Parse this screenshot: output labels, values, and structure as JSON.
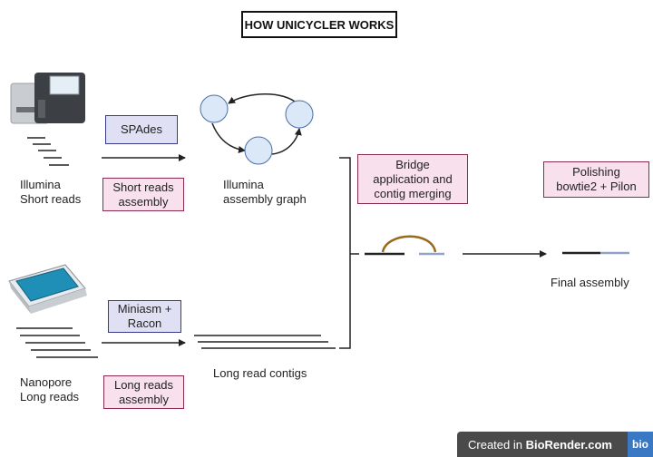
{
  "title": "HOW UNICYCLER WORKS",
  "illumina": {
    "label": "Illumina\nShort reads",
    "tool": "SPAdes",
    "step": "Short reads\nassembly",
    "result": "Illumina\nassembly graph"
  },
  "nanopore": {
    "label": "Nanopore\nLong reads",
    "tool": "Miniasm +\nRacon",
    "step": "Long reads\nassembly",
    "result": "Long read contigs"
  },
  "bridge": {
    "step": "Bridge\napplication and\ncontig merging"
  },
  "polish": {
    "step": "Polishing\nbowtie2 + Pilon"
  },
  "final": {
    "label": "Final assembly"
  },
  "footer": {
    "created_in": "Created in ",
    "brand": "BioRender.com",
    "logo": "bio"
  },
  "colors": {
    "tool_box_fill": "#dfe0f4",
    "tool_box_border": "#3a3a8c",
    "step_box_fill": "#f8e1ec",
    "step_box_border": "#8a2c52",
    "graph_node": "#dbe8f8",
    "bridge_arc": "#9a6a1c",
    "contig_blue": "#8fa3c8"
  },
  "icons": [
    "illumina-sequencer-icon",
    "nanopore-device-icon"
  ]
}
